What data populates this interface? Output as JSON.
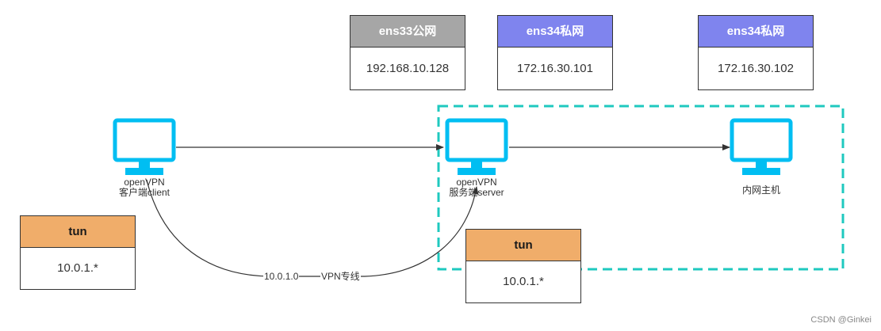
{
  "colors": {
    "gray_header": "#a6a6a6",
    "blue_header": "#7f84ee",
    "orange_header": "#f0ad6a",
    "monitor": "#00bef2",
    "dashed_border": "#1fc9bf",
    "line": "#333333"
  },
  "interfaces": [
    {
      "name": "ens33公网",
      "ip": "192.168.10.128"
    },
    {
      "name": "ens34私网",
      "ip": "172.16.30.101"
    },
    {
      "name": "ens34私网",
      "ip": "172.16.30.102"
    }
  ],
  "hosts": [
    {
      "icon": "monitor-icon",
      "line1": "openVPN",
      "line2": "客户端client"
    },
    {
      "icon": "monitor-icon",
      "line1": "openVPN",
      "line2": "服务端server"
    },
    {
      "icon": "monitor-icon",
      "line1": "内网主机"
    }
  ],
  "tun": [
    {
      "name": "tun",
      "ip": "10.0.1.*"
    },
    {
      "name": "tun",
      "ip": "10.0.1.*"
    }
  ],
  "tunnel": {
    "left": "10.0.1.0",
    "right": "VPN专线"
  },
  "watermark": "CSDN @Ginkei"
}
